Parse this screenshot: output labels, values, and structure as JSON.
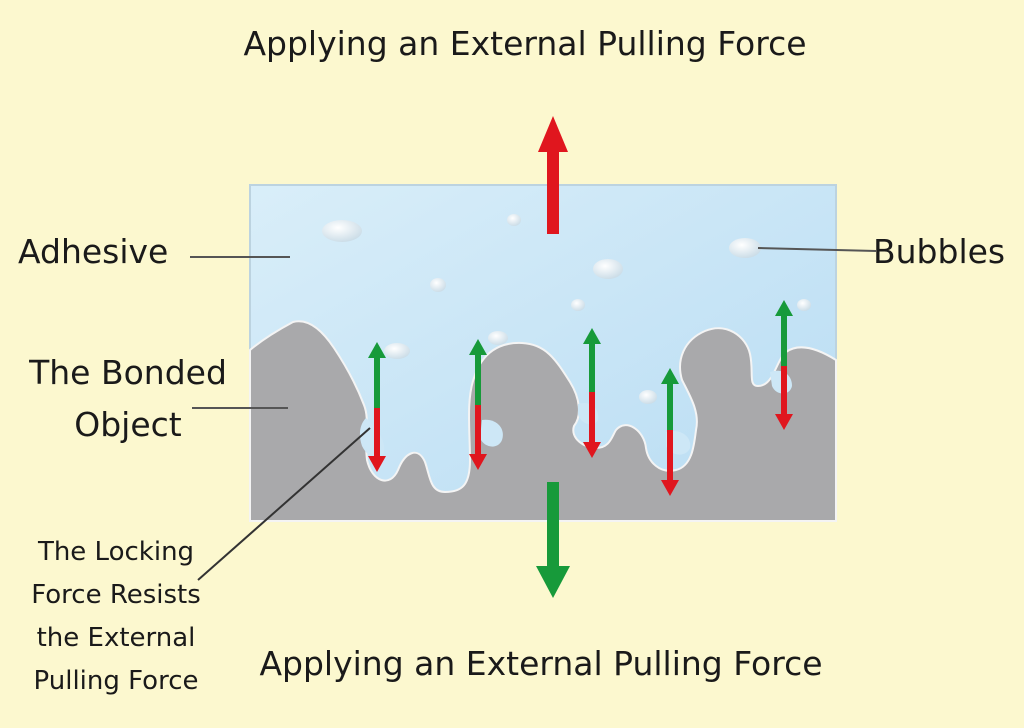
{
  "title_top": "Applying an External Pulling Force",
  "title_bottom": "Applying an External Pulling Force",
  "labels": {
    "adhesive": "Adhesive",
    "bubbles": "Bubbles",
    "bonded_object_line1": "The Bonded",
    "bonded_object_line2": "Object",
    "locking_force_line1": "The Locking",
    "locking_force_line2": "Force Resists",
    "locking_force_line3": "the External",
    "locking_force_line4": "Pulling Force"
  },
  "colors": {
    "background": "#fcf8cf",
    "adhesive": "#cde7f6",
    "bonded_object": "#a9a9ab",
    "pull_arrow": "#e0161e",
    "lock_arrow": "#179a3a",
    "leader_line": "#555555"
  }
}
